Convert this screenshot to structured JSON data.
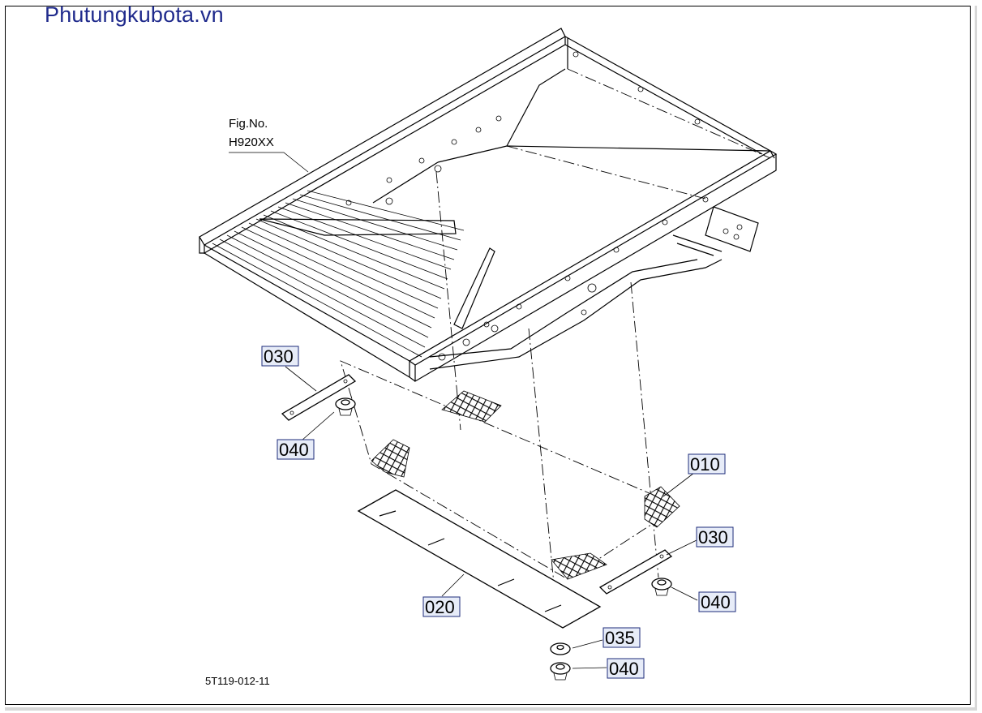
{
  "watermark": "Phutungkubota.vn",
  "figure_reference": {
    "line1": "Fig.No.",
    "line2": "H920XX"
  },
  "drawing_number": "5T119-012-11",
  "callouts": {
    "c030_left": "030",
    "c040_left": "040",
    "c010": "010",
    "c030_right": "030",
    "c040_right": "040",
    "c020": "020",
    "c035": "035",
    "c040_bottom": "040"
  },
  "colors": {
    "watermark": "#1f2a8c",
    "callout_fill": "#e7ecf8",
    "callout_border": "#1c2b7a"
  }
}
